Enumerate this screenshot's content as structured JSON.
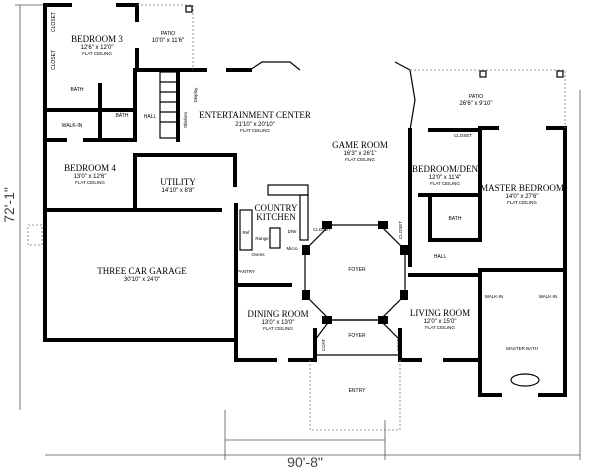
{
  "dimensions": {
    "depth": "72'-1\"",
    "width": "90'-8\""
  },
  "flat_ceiling": "FLAT CEILING",
  "rooms": {
    "bedroom3": {
      "name": "BEDROOM 3",
      "size": "12'6\" x 12'0\""
    },
    "patio_left": {
      "name": "PATIO",
      "size": "10'0\" x 11'6\""
    },
    "entertainment": {
      "name": "ENTERTAINMENT CENTER",
      "size": "21'10\" x 20'10\""
    },
    "game_room": {
      "name": "GAME ROOM",
      "size": "16'3\" x 26'1\""
    },
    "patio_right": {
      "name": "PATIO",
      "size": "26'6\" x 9'10\""
    },
    "bedroom_den": {
      "name": "BEDROOM/DEN",
      "size": "12'0\" x 11'4\""
    },
    "master_bedroom": {
      "name": "MASTER BEDROOM",
      "size": "14'0\" x 27'6\""
    },
    "bedroom4": {
      "name": "BEDROOM 4",
      "size": "13'0\" x 12'6\""
    },
    "utility": {
      "name": "UTILITY",
      "size": "14'10\" x 8'8\""
    },
    "kitchen": {
      "name1": "COUNTRY",
      "name2": "KITCHEN"
    },
    "garage": {
      "name": "THREE CAR GARAGE",
      "size": "30'10\" x 24'0\""
    },
    "dining": {
      "name": "DINING ROOM",
      "size": "13'0\" x 13'0\""
    },
    "living": {
      "name": "LIVING ROOM",
      "size": "12'0\" x 15'0\""
    },
    "master_bath": {
      "name": "MASTER BATH"
    }
  },
  "labels": {
    "closet": "CLOSET",
    "bath": "BATH",
    "walk_in": "WALK-IN",
    "hall": "HALL",
    "foyer": "FOYER",
    "entry": "ENTRY",
    "coat": "COAT",
    "display": "Display",
    "shelves": "Shelves",
    "ref": "Ref",
    "dw": "D/W",
    "range": "Range",
    "micro": "Micro",
    "ovens": "Ovens",
    "pantry": "PANTRY"
  }
}
